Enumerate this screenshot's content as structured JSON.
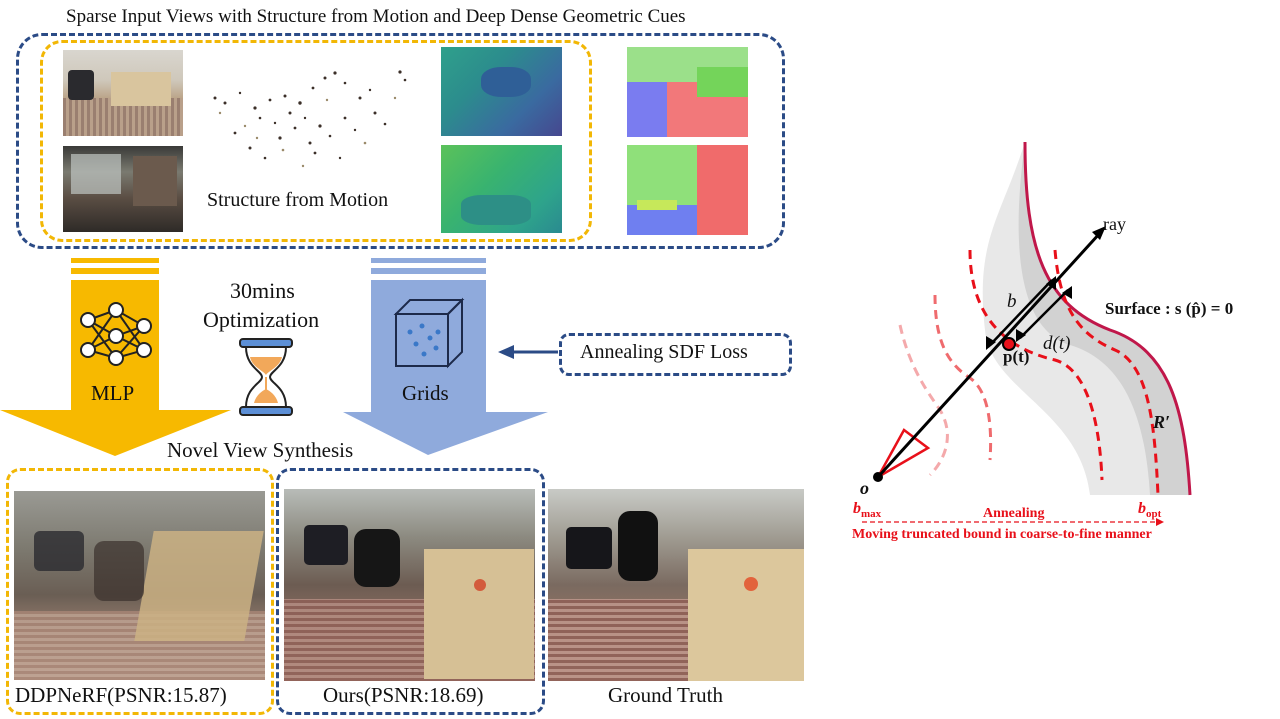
{
  "title": "Sparse Input Views with Structure from Motion and Deep Dense Geometric Cues",
  "sfm_label": "Structure from Motion",
  "optimization": {
    "line1": "30mins",
    "line2": "Optimization"
  },
  "mlp_label": "MLP",
  "grids_label": "Grids",
  "annealing_box": "Annealing SDF Loss",
  "nvs_label": "Novel View Synthesis",
  "results": {
    "ddpnerf": "DDPNeRF(PSNR:15.87)",
    "ours": "Ours(PSNR:18.69)",
    "gt": "Ground Truth"
  },
  "diagram": {
    "ray": "ray",
    "b": "b",
    "d": "d(t)",
    "p": "p(t)",
    "surface": "Surface : s (p̂) = 0",
    "R": "R′",
    "o": "o",
    "bmax": "b",
    "bmax_sub": "max",
    "bopt": "b",
    "bopt_sub": "opt",
    "annealing": "Annealing",
    "moving": "Moving truncated bound in coarse-to-fine manner"
  },
  "colors": {
    "yellow": "#f7b900",
    "blue": "#8faadc",
    "navy": "#2b4b86",
    "red": "#e8101a"
  }
}
